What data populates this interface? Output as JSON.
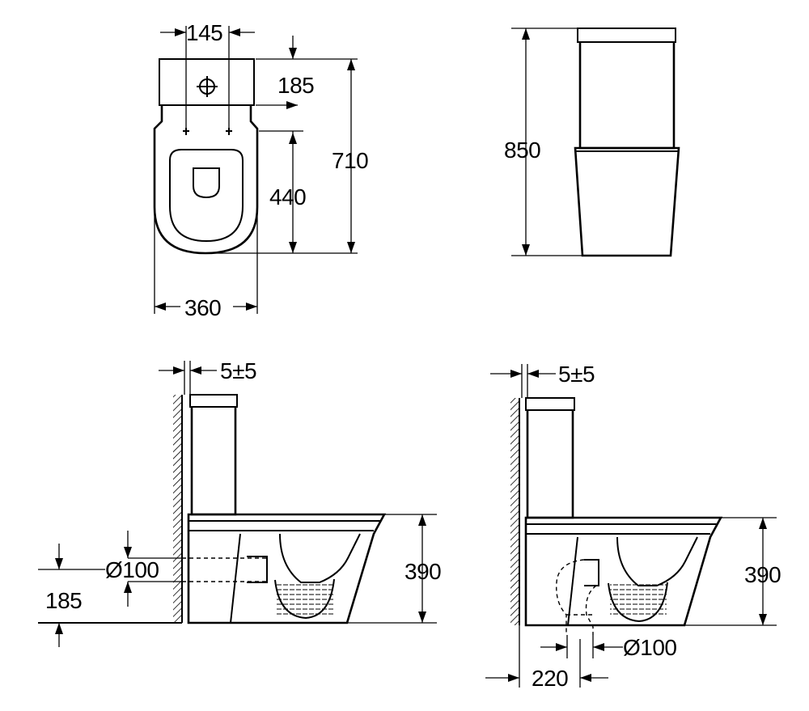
{
  "top_view": {
    "dims": {
      "hole_spacing": "145",
      "tank_depth": "185",
      "total_depth": "710",
      "seat_depth": "440",
      "width": "360"
    }
  },
  "front_view": {
    "dims": {
      "height": "850"
    }
  },
  "side_view_left": {
    "dims": {
      "wall_gap": "5±5",
      "pipe_dia": "Ø100",
      "pipe_height": "185",
      "bowl_height": "390"
    }
  },
  "side_view_right": {
    "dims": {
      "wall_gap": "5±5",
      "bowl_height": "390",
      "pipe_dia": "Ø100",
      "floor_outlet": "220"
    }
  }
}
